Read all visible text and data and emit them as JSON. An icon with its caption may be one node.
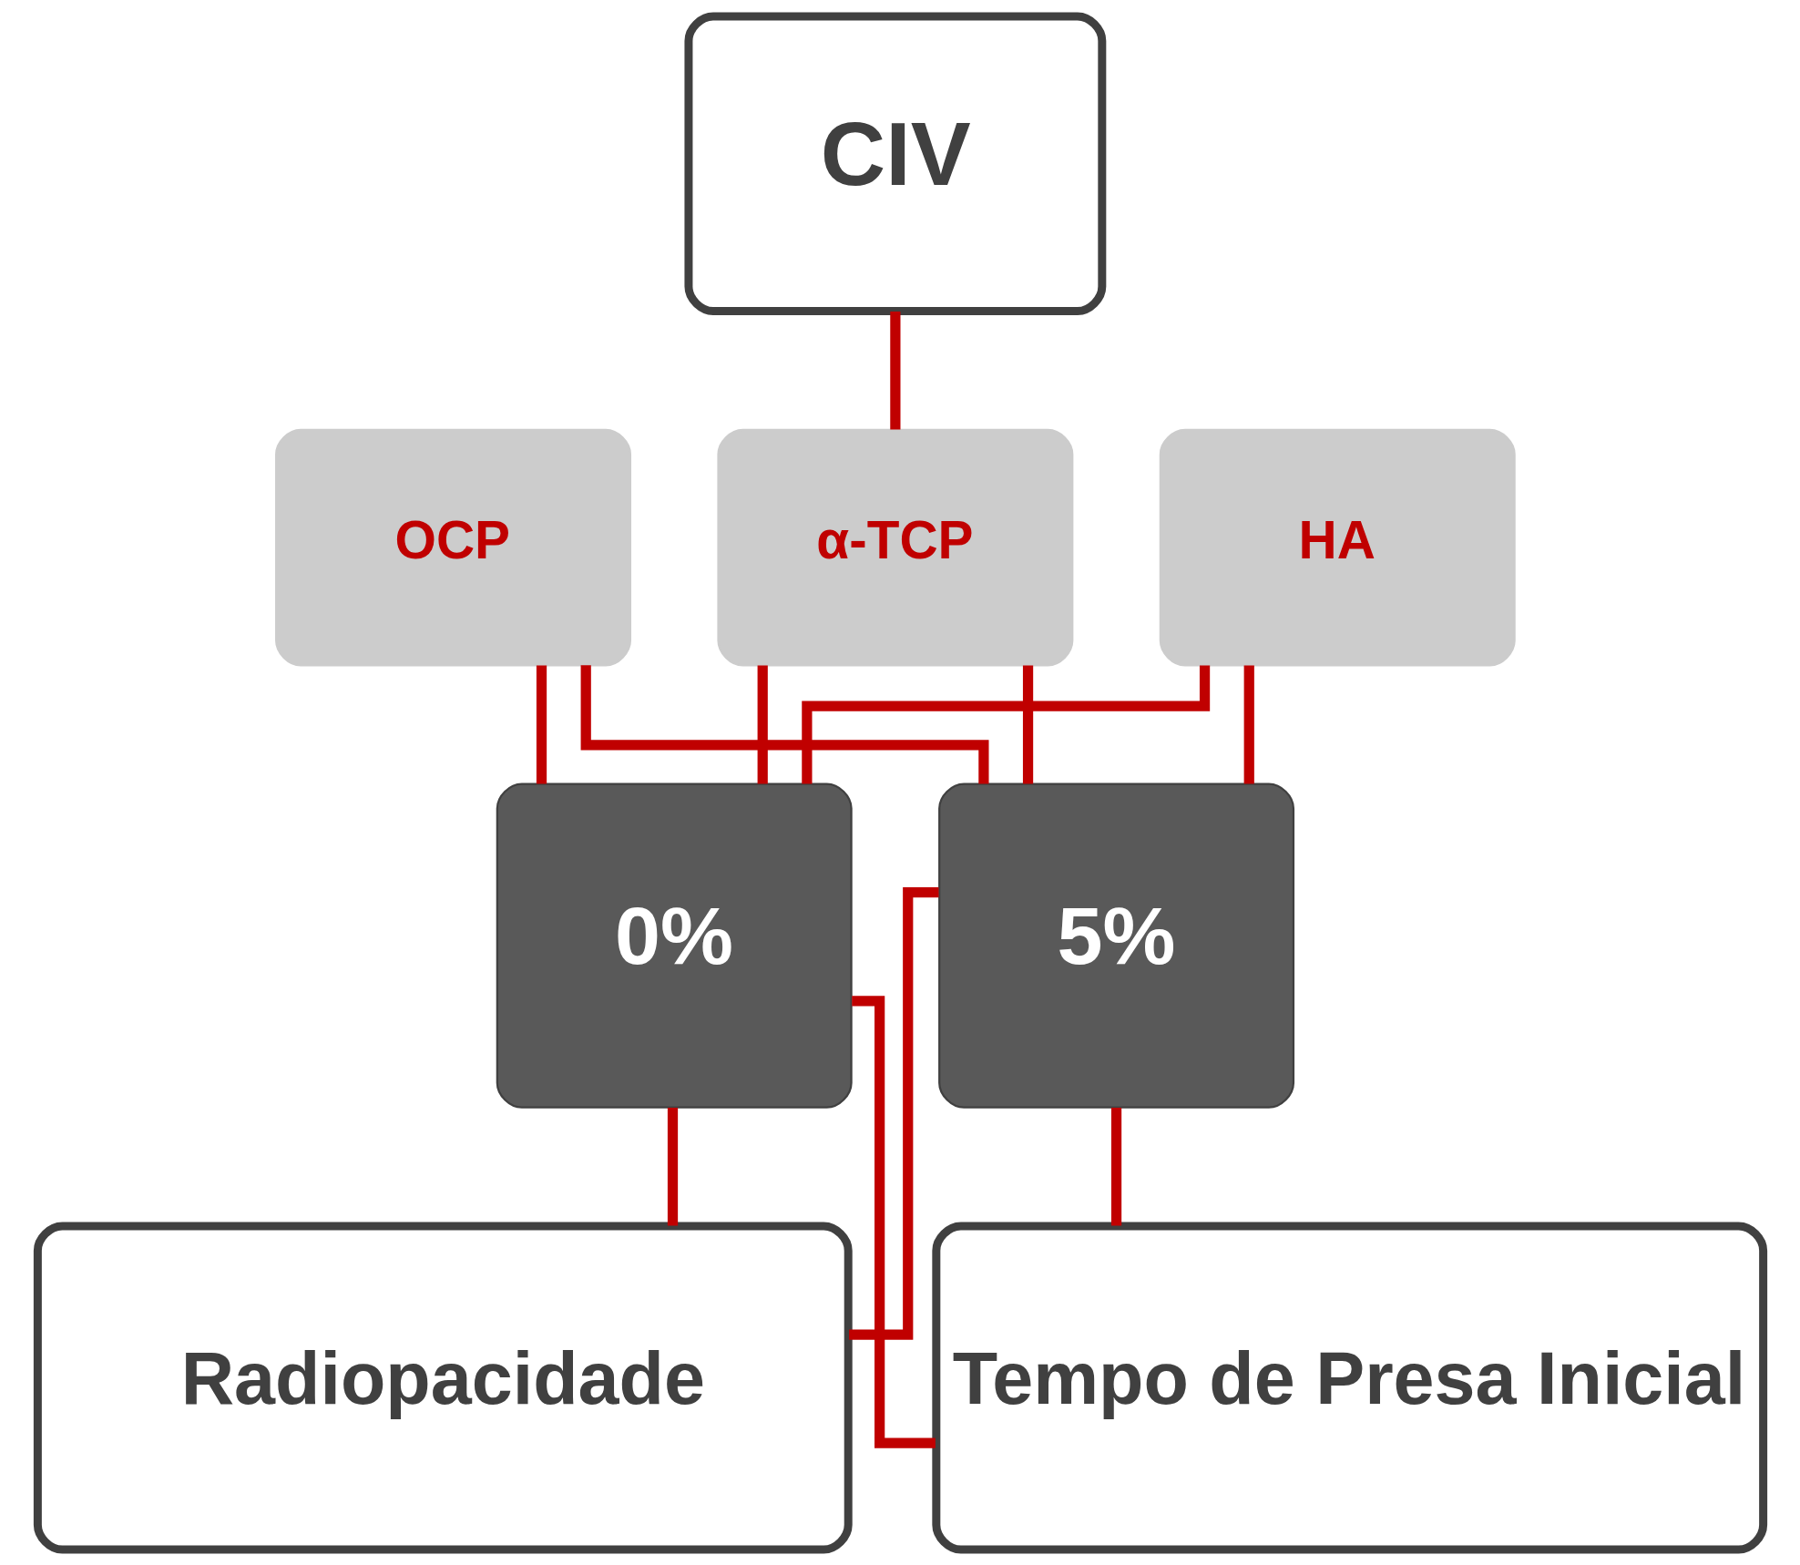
{
  "diagram": {
    "nodes": [
      {
        "text": [
          "CIV"
        ]
      },
      {
        "text": [
          "OCP"
        ]
      },
      {
        "text": [
          "α-TCP"
        ]
      },
      {
        "text": [
          "HA"
        ]
      },
      {
        "text": [
          "0%"
        ]
      },
      {
        "text": [
          "5%"
        ]
      },
      {
        "text": [
          "Radiopacidade"
        ]
      },
      {
        "text": [
          "Tempo de Presa Inicial"
        ]
      }
    ],
    "edges": [
      {
        "from": 0,
        "to": 2,
        "arrow": "none"
      },
      {
        "from": 1,
        "to": 4,
        "arrow": "none"
      },
      {
        "from": 1,
        "to": 5,
        "arrow": "none"
      },
      {
        "from": 2,
        "to": 4,
        "arrow": "none"
      },
      {
        "from": 2,
        "to": 5,
        "arrow": "none"
      },
      {
        "from": 3,
        "to": 4,
        "arrow": "none"
      },
      {
        "from": 3,
        "to": 5,
        "arrow": "none"
      },
      {
        "from": 4,
        "to": 6,
        "arrow": "none"
      },
      {
        "from": 4,
        "to": 7,
        "arrow": "none"
      },
      {
        "from": 5,
        "to": 6,
        "arrow": "none"
      },
      {
        "from": 5,
        "to": 7,
        "arrow": "none"
      }
    ]
  }
}
